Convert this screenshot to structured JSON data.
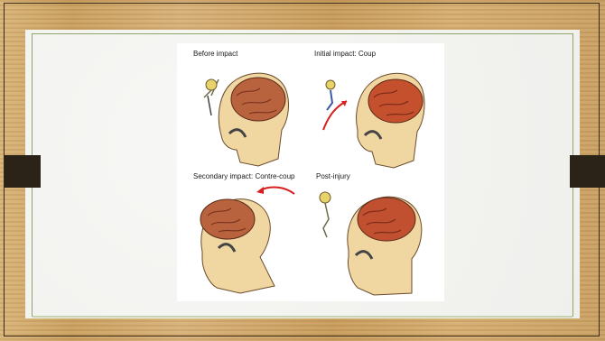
{
  "slide": {
    "figure": {
      "panels": [
        {
          "caption": "Before impact"
        },
        {
          "caption": "Initial impact: Coup"
        },
        {
          "caption": "Secondary impact: Contre-coup"
        },
        {
          "caption": "Post-injury"
        }
      ]
    }
  },
  "colors": {
    "wood": "#caa060",
    "paper": "#f3f3f1",
    "brain": "#b5583a",
    "skin": "#f0d7a2",
    "arrow": "#d81e1e"
  }
}
